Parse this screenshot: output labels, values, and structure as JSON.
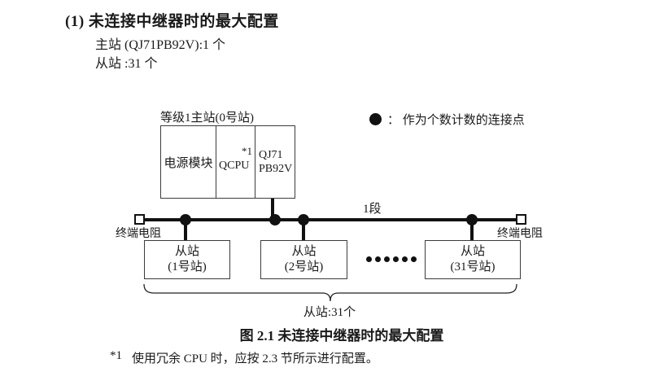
{
  "page": {
    "heading": "(1) 未连接中继器时的最大配置",
    "master_count_line": "主站 (QJ71PB92V):1 个",
    "slave_count_line": "从站 :31 个",
    "caption": "图 2.1 未连接中继器时的最大配置",
    "footnote_marker": "*1",
    "footnote_text": "使用冗余 CPU 时，应按 2.3 节所示进行配置。"
  },
  "diagram": {
    "master_label": "等级1主站(0号站)",
    "master_cells": {
      "power": "电源模块",
      "cpu": "QCPU",
      "cpu_note": "*1",
      "pb_line1": "QJ71",
      "pb_line2": "PB92V"
    },
    "legend": {
      "icon": "filled-circle",
      "text": "： 作为个数计数的连接点"
    },
    "segment_label": "1段",
    "terminator_left_label": "终端电阻",
    "terminator_right_label": "终端电阻",
    "slaves": [
      {
        "line1": "从站",
        "line2": "(1号站)"
      },
      {
        "line1": "从站",
        "line2": "(2号站)"
      },
      {
        "line1": "从站",
        "line2": "(31号站)"
      }
    ],
    "ellipsis_dot_count": 6,
    "brace_label": "从站:31个",
    "colors": {
      "text": "#1a1a1a",
      "line": "#111111",
      "background": "#ffffff"
    }
  }
}
